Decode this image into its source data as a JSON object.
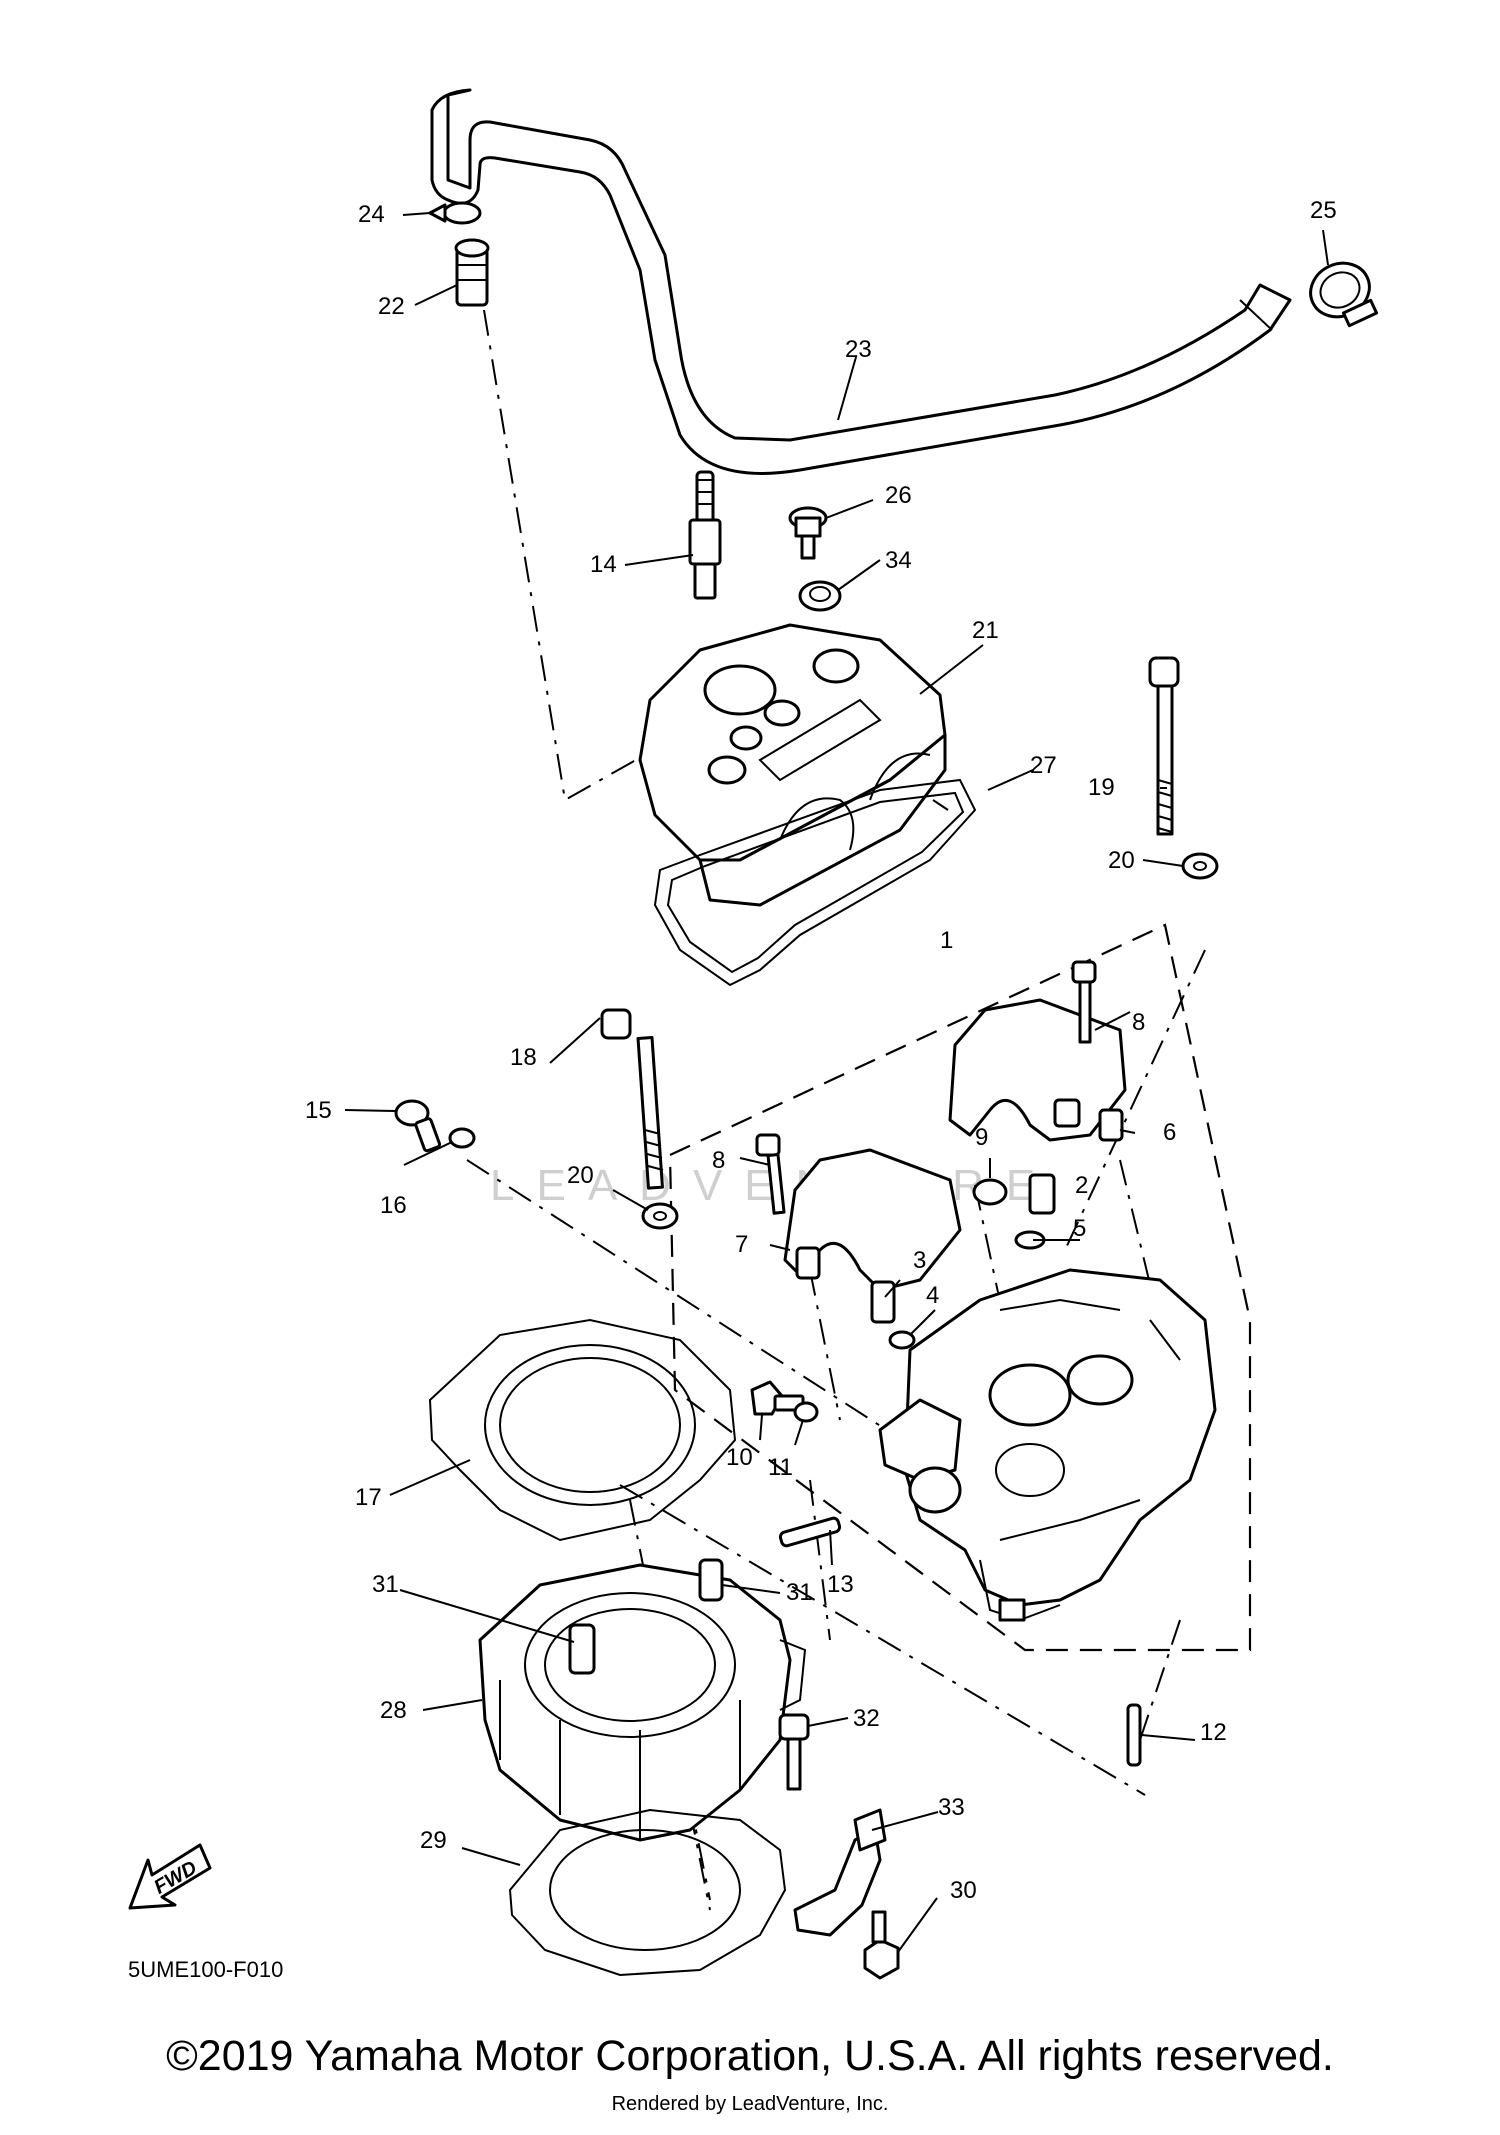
{
  "diagram": {
    "callouts": [
      "1",
      "2",
      "3",
      "4",
      "5",
      "6",
      "7",
      "8",
      "8",
      "9",
      "10",
      "11",
      "12",
      "13",
      "14",
      "15",
      "16",
      "17",
      "18",
      "19",
      "20",
      "20",
      "21",
      "22",
      "23",
      "24",
      "25",
      "26",
      "27",
      "28",
      "29",
      "30",
      "31",
      "31",
      "32",
      "33",
      "34"
    ],
    "diagram_code": "5UME100-F010",
    "fwd_label": "FWD",
    "watermark": "LEADVENTURE"
  },
  "footer": {
    "copyright": "©2019 Yamaha Motor Corporation, U.S.A. All rights reserved.",
    "rendered_by": "Rendered by LeadVenture, Inc."
  }
}
